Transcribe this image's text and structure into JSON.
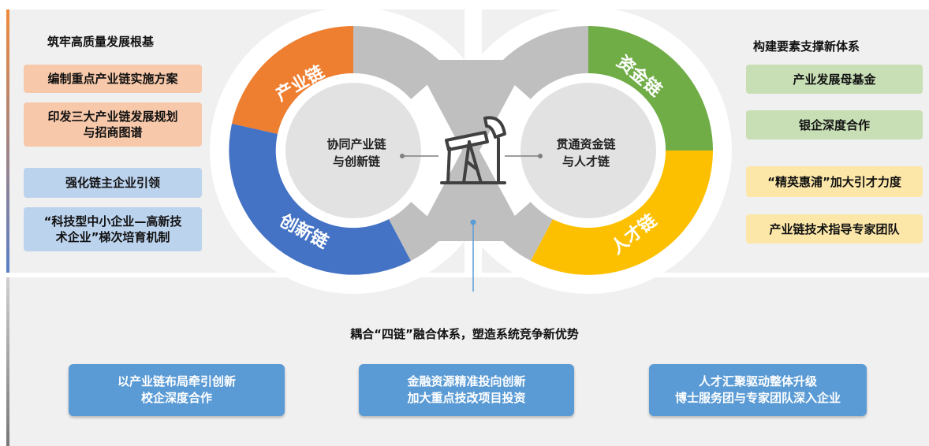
{
  "left": {
    "heading": "筑牢高质量发展根基",
    "items": [
      "编制重点产业链实施方案",
      "印发三大产业链发展规划\n与招商图谱",
      "强化链主企业引领",
      "“科技型中小企业—高新技\n术企业”梯次培育机制"
    ]
  },
  "right": {
    "heading": "构建要素支撑新体系",
    "items": [
      "产业发展母基金",
      "银企深度合作",
      "“精英惠浦”加大引才力度",
      "产业链技术指导专家团队"
    ]
  },
  "diagram": {
    "segments": {
      "industry": "产业链",
      "innovation": "创新链",
      "capital": "资金链",
      "talent": "人才链"
    },
    "left_center": [
      "协同产业链",
      "与创新链"
    ],
    "right_center": [
      "贯通资金链",
      "与人才链"
    ],
    "colors": {
      "industry": "#ee7f31",
      "innovation": "#4472c4",
      "capital": "#70ad47",
      "talent": "#fdc000",
      "connector": "#bfbfbf"
    }
  },
  "bottom": {
    "title": "耦合“四链”融合体系，塑造系统竞争新优势",
    "boxes": [
      "以产业链布局牵引创新\n校企深度合作",
      "金融资源精准投向创新\n加大重点技改项目投资",
      "人才汇聚驱动整体升级\n博士服务团与专家团队深入企业"
    ]
  }
}
